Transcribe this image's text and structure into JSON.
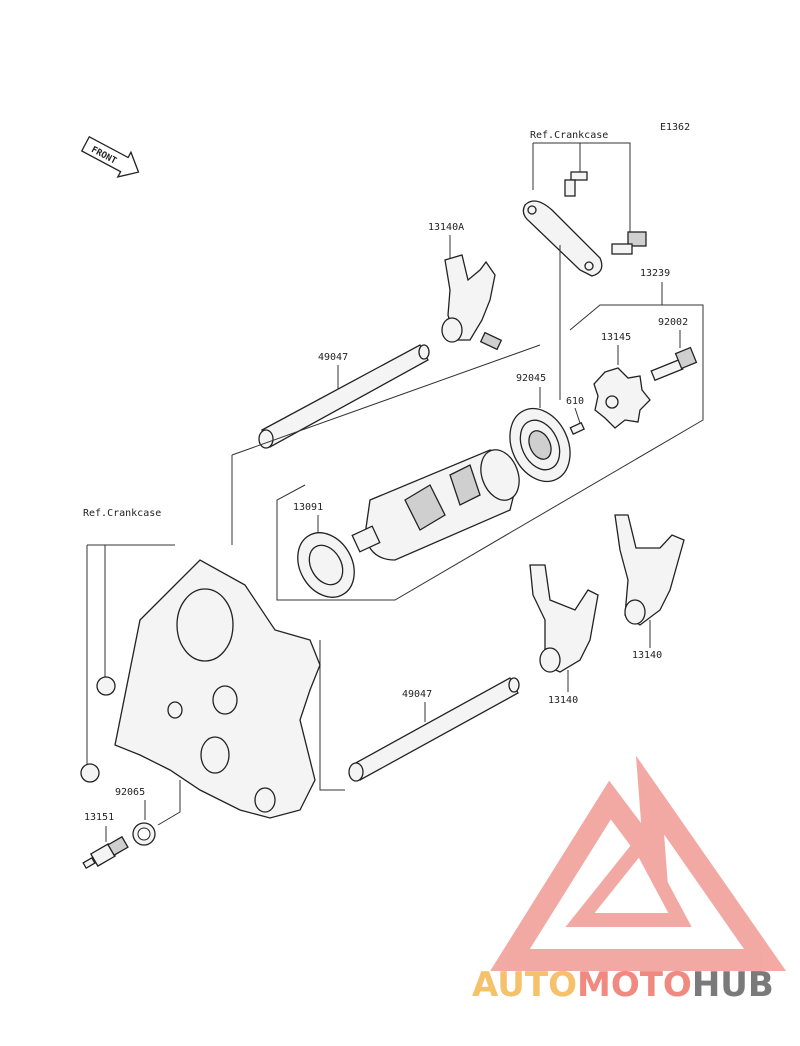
{
  "diagram_code": "E1362",
  "front_arrow_label": "FRONT",
  "labels": {
    "ref_crankcase_top": "Ref.Crankcase",
    "ref_crankcase_left": "Ref.Crankcase",
    "p13140A": "13140A",
    "p49047_upper": "49047",
    "p13239": "13239",
    "p92002": "92002",
    "p13145": "13145",
    "p92045": "92045",
    "p610": "610",
    "p13091": "13091",
    "p13140_right": "13140",
    "p13140_mid": "13140",
    "p49047_lower": "49047",
    "p92065": "92065",
    "p13151": "13151"
  },
  "watermark": {
    "part1": "AUTO",
    "part2": "MOTO",
    "part3": "HUB",
    "colors": {
      "auto": "#f5c16b",
      "moto": "#f08a80",
      "hub": "#7a7a7a",
      "logo": "#f2a09a"
    }
  }
}
